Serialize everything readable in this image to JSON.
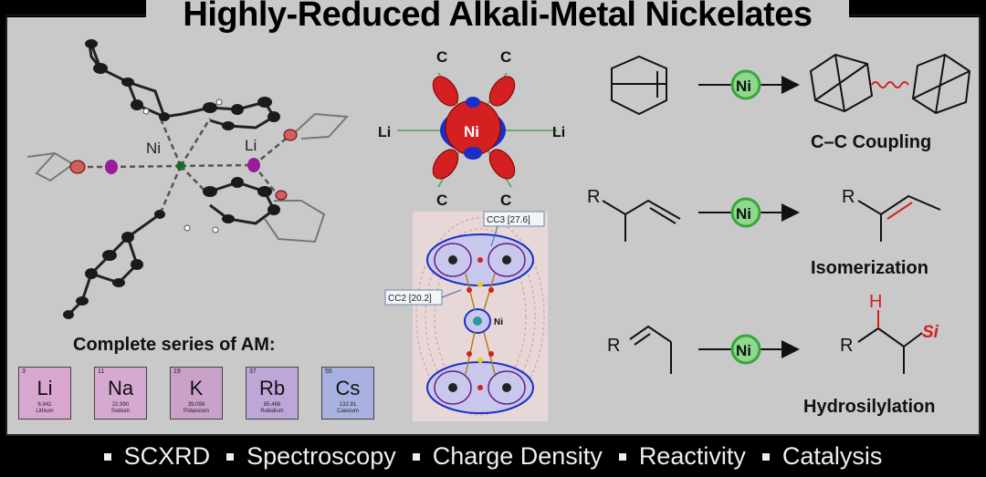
{
  "title": "Highly-Reduced Alkali-Metal Nickelates",
  "structure": {
    "ni_label": "Ni",
    "li_label": "Li"
  },
  "orbital": {
    "c_label": "C",
    "li_label": "Li",
    "ni_label": "Ni"
  },
  "density": {
    "cc3_label": "CC3 [27.6]",
    "cc2_label": "CC2 [20.2]",
    "ni_label": "Ni"
  },
  "series": {
    "label": "Complete series of AM:",
    "elements": [
      {
        "number": "3",
        "symbol": "Li",
        "mass": "6.941",
        "name": "Lithium",
        "color": "#d9a6cf"
      },
      {
        "number": "11",
        "symbol": "Na",
        "mass": "22.990",
        "name": "Sodium",
        "color": "#d6a9d2"
      },
      {
        "number": "19",
        "symbol": "K",
        "mass": "39.098",
        "name": "Potassium",
        "color": "#caa1c9"
      },
      {
        "number": "37",
        "symbol": "Rb",
        "mass": "85.468",
        "name": "Rubidium",
        "color": "#bfa6d8"
      },
      {
        "number": "55",
        "symbol": "Cs",
        "mass": "132.91",
        "name": "Caesium",
        "color": "#a9b1e0"
      }
    ]
  },
  "reactions": [
    {
      "catalyst": "Ni",
      "label": "C–C Coupling"
    },
    {
      "catalyst": "Ni",
      "substituent": "R",
      "label": "Isomerization"
    },
    {
      "catalyst": "Ni",
      "substituent": "R",
      "label": "Hydrosilylation",
      "h_label": "H",
      "si_label": "Si"
    }
  ],
  "bullets": [
    "SCXRD",
    "Spectroscopy",
    "Charge Density",
    "Reactivity",
    "Catalysis"
  ],
  "colors": {
    "panel": "#c9c9c9",
    "ni_green": "#3aa53a",
    "ni_circle": "#8fd88f",
    "red": "#d42020",
    "blue": "#1a2fc8",
    "purple": "#9a1a9a"
  }
}
